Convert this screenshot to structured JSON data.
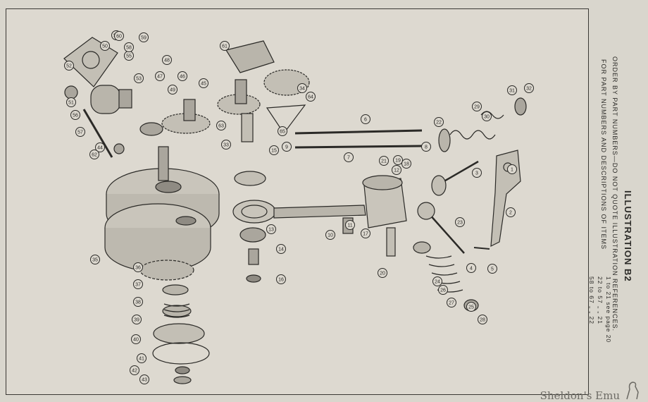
{
  "title": "ILLUSTRATION B2",
  "instruction_line1": "ORDER BY PART NUMBERS—DO NOT QUOTE ILLUSTRATION REFERENCES.",
  "instruction_line2": "FOR PART NUMBERS AND DESCRIPTIONS OF ITEMS",
  "ref_rows": [
    "1 to 21 see page 20",
    "22 to 57  „    „  21",
    "58 to 67  „    „  22"
  ],
  "watermark": "Sheldon's Emu",
  "colors": {
    "paper": "#ddd9d0",
    "ink": "#2b2a27",
    "background": "#d9d6cd"
  },
  "callouts": [
    {
      "n": "1"
    },
    {
      "n": "2"
    },
    {
      "n": "3"
    },
    {
      "n": "4"
    },
    {
      "n": "5"
    },
    {
      "n": "6"
    },
    {
      "n": "7"
    },
    {
      "n": "8"
    },
    {
      "n": "9"
    },
    {
      "n": "10"
    },
    {
      "n": "11"
    },
    {
      "n": "12"
    },
    {
      "n": "13"
    },
    {
      "n": "14"
    },
    {
      "n": "15"
    },
    {
      "n": "16"
    },
    {
      "n": "17"
    },
    {
      "n": "18"
    },
    {
      "n": "19"
    },
    {
      "n": "20"
    },
    {
      "n": "21"
    },
    {
      "n": "22"
    },
    {
      "n": "23"
    },
    {
      "n": "24"
    },
    {
      "n": "25"
    },
    {
      "n": "26"
    },
    {
      "n": "27"
    },
    {
      "n": "28"
    },
    {
      "n": "29"
    },
    {
      "n": "30"
    },
    {
      "n": "31"
    },
    {
      "n": "32"
    },
    {
      "n": "33"
    },
    {
      "n": "34"
    },
    {
      "n": "35"
    },
    {
      "n": "36"
    },
    {
      "n": "37"
    },
    {
      "n": "38"
    },
    {
      "n": "39"
    },
    {
      "n": "40"
    },
    {
      "n": "41"
    },
    {
      "n": "42"
    },
    {
      "n": "43"
    },
    {
      "n": "44"
    },
    {
      "n": "45"
    },
    {
      "n": "46"
    },
    {
      "n": "47"
    },
    {
      "n": "48"
    },
    {
      "n": "49"
    },
    {
      "n": "50"
    },
    {
      "n": "51"
    },
    {
      "n": "52"
    },
    {
      "n": "53"
    },
    {
      "n": "54"
    },
    {
      "n": "55"
    },
    {
      "n": "56"
    },
    {
      "n": "57"
    },
    {
      "n": "58"
    },
    {
      "n": "59"
    },
    {
      "n": "60"
    },
    {
      "n": "61"
    },
    {
      "n": "62"
    },
    {
      "n": "63"
    },
    {
      "n": "64"
    },
    {
      "n": "65"
    }
  ]
}
